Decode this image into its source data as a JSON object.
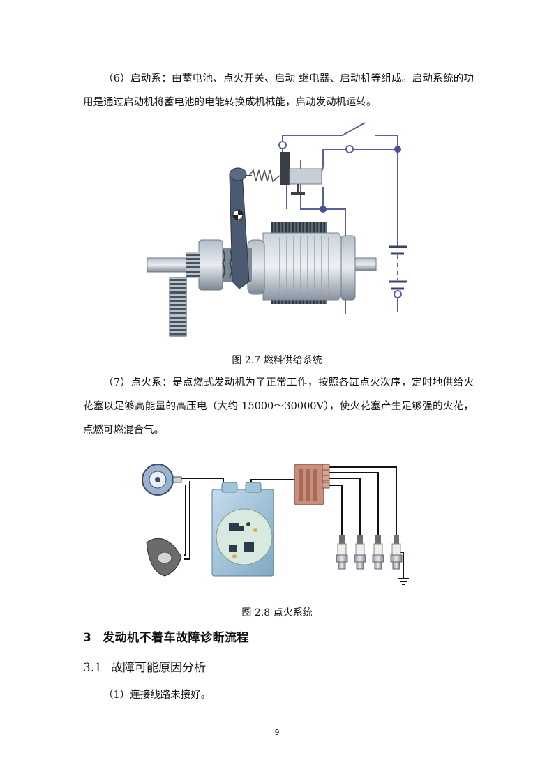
{
  "paragraphs": {
    "starting_system": "（6）启动系：由蓄电池、点火开关、启动 继电器、启动机等组成。启动系统的功用是通过启动机将蓄电池的电能转换成机械能，启动发动机运转。",
    "ignition_system": "（7）点火系：是点燃式发动机为了正常工作，按照各缸点火次序，定时地供给火花塞以足够高能量的高压电（大约 15000～30000V），使火花塞产生足够强的火花，点燃可燃混合气。",
    "cause_1": "（1）连接线路未接好。"
  },
  "figures": {
    "fig_2_7_caption": "图 2.7  燃料供给系统",
    "fig_2_8_caption": "图 2.8  点火系统"
  },
  "headings": {
    "section_3_number": "3",
    "section_3_title": "发动机不着车故障诊断流程",
    "section_3_1_number": "3.1",
    "section_3_1_title": "故障可能原因分析"
  },
  "page_number": "9",
  "colors": {
    "wire_blue": "#5a5fa0",
    "metal_gray": "#8e9aa8",
    "ecu_blue": "#9fc3d8",
    "coil_copper": "#c98f7c"
  }
}
